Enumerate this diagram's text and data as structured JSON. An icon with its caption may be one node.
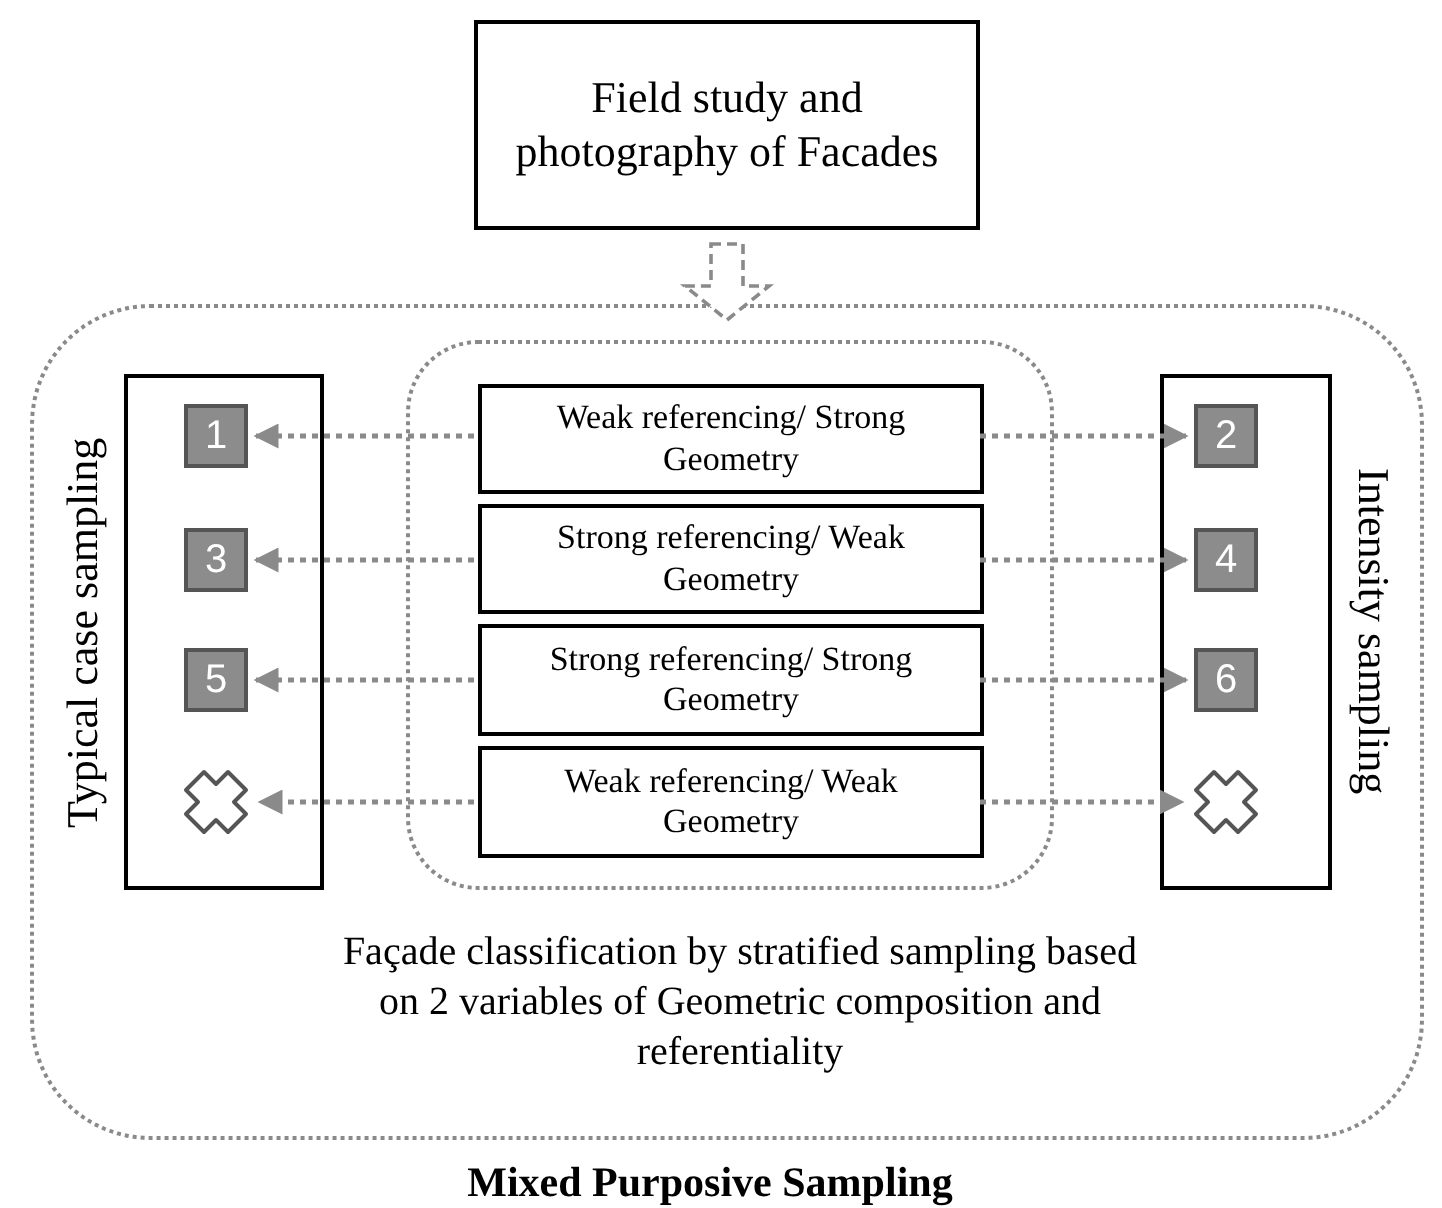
{
  "diagram": {
    "nodes": [
      {
        "text": [
          "Field study and photography of Facades"
        ]
      },
      {
        "text": [
          "Façade classification by stratified sampling based on 2 variables of Geometric composition and referentiality",
          "Mixed Purposive Sampling"
        ]
      },
      {
        "text": [
          "Typical case sampling"
        ],
        "in": 1
      },
      {
        "text": [],
        "shape": "box",
        "in": 1
      },
      {
        "text": [
          "Weak referencing/ Strong Geometry"
        ],
        "in": 3
      },
      {
        "text": [
          "Strong referencing/ Weak Geometry"
        ],
        "in": 3
      },
      {
        "text": [
          "Strong referencing/ Strong Geometry"
        ],
        "in": 3
      },
      {
        "text": [
          "Weak referencing/ Weak Geometry"
        ],
        "in": 3
      },
      {
        "text": [
          "Intensity sampling"
        ],
        "in": 1
      },
      {
        "text": [
          "1"
        ],
        "in": 2
      },
      {
        "text": [
          "3"
        ],
        "in": 2
      },
      {
        "text": [
          "5"
        ],
        "in": 2
      },
      {
        "text": [],
        "shape": "cross",
        "in": 2
      },
      {
        "text": [
          "2"
        ],
        "in": 8
      },
      {
        "text": [
          "4"
        ],
        "in": 8
      },
      {
        "text": [
          "6"
        ],
        "in": 8
      },
      {
        "text": [],
        "shape": "cross",
        "in": 8
      }
    ],
    "edges": [
      {
        "from": 0,
        "to": 1,
        "arrow": "to",
        "style": "dashed"
      },
      {
        "from": 4,
        "to": 9,
        "arrow": "to",
        "style": "dashed"
      },
      {
        "from": 4,
        "to": 13,
        "arrow": "to",
        "style": "dashed"
      },
      {
        "from": 5,
        "to": 10,
        "arrow": "to",
        "style": "dashed"
      },
      {
        "from": 5,
        "to": 14,
        "arrow": "to",
        "style": "dashed"
      },
      {
        "from": 6,
        "to": 11,
        "arrow": "to",
        "style": "dashed"
      },
      {
        "from": 6,
        "to": 15,
        "arrow": "to",
        "style": "dashed"
      },
      {
        "from": 7,
        "to": 12,
        "arrow": "to",
        "style": "dashed"
      },
      {
        "from": 7,
        "to": 16,
        "arrow": "to",
        "style": "dashed"
      }
    ]
  }
}
